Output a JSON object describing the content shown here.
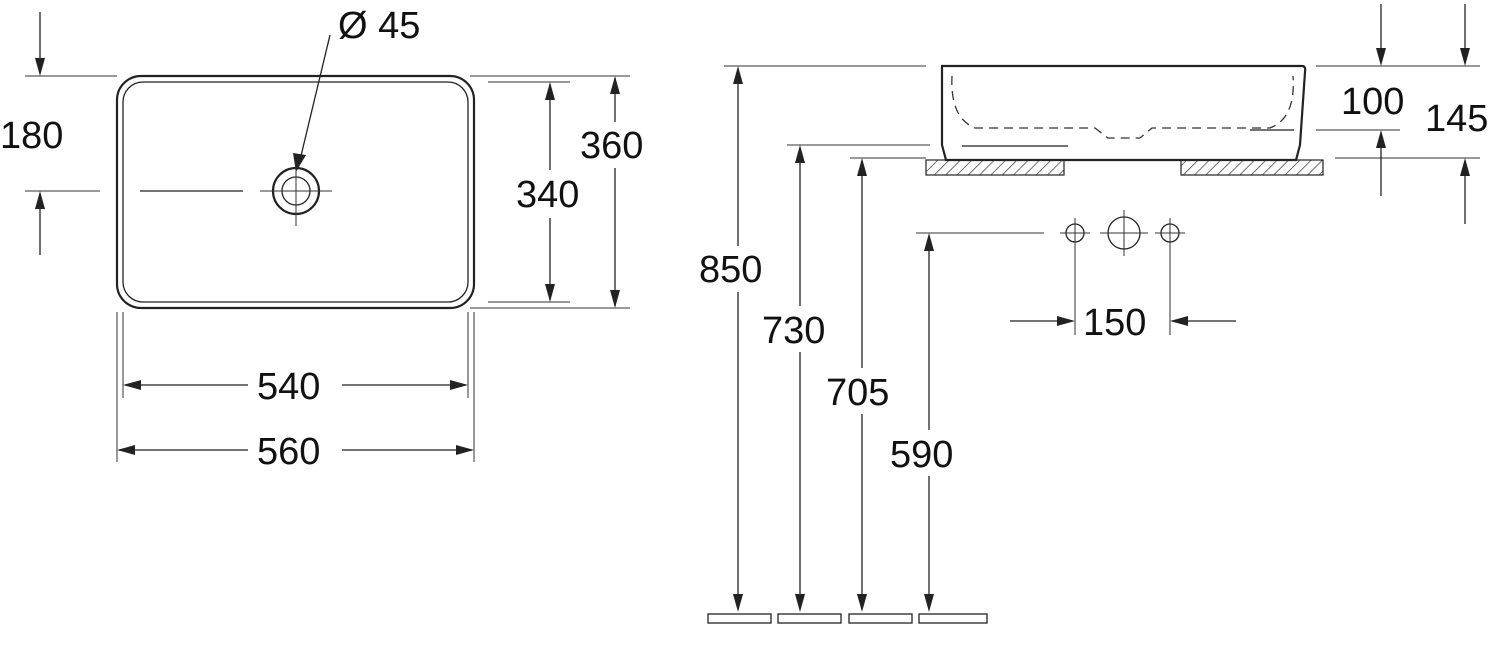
{
  "top_view": {
    "hole_diameter": "Ø 45",
    "hole_offset": "180",
    "outer_depth": "360",
    "inner_depth": "340",
    "inner_width": "540",
    "outer_width": "560"
  },
  "side_view": {
    "rim_height": "850",
    "bowl_bottom_height": "730",
    "counter_height": "705",
    "tap_height": "590",
    "tap_spacing": "150",
    "inner_height": "100",
    "total_height": "145"
  }
}
